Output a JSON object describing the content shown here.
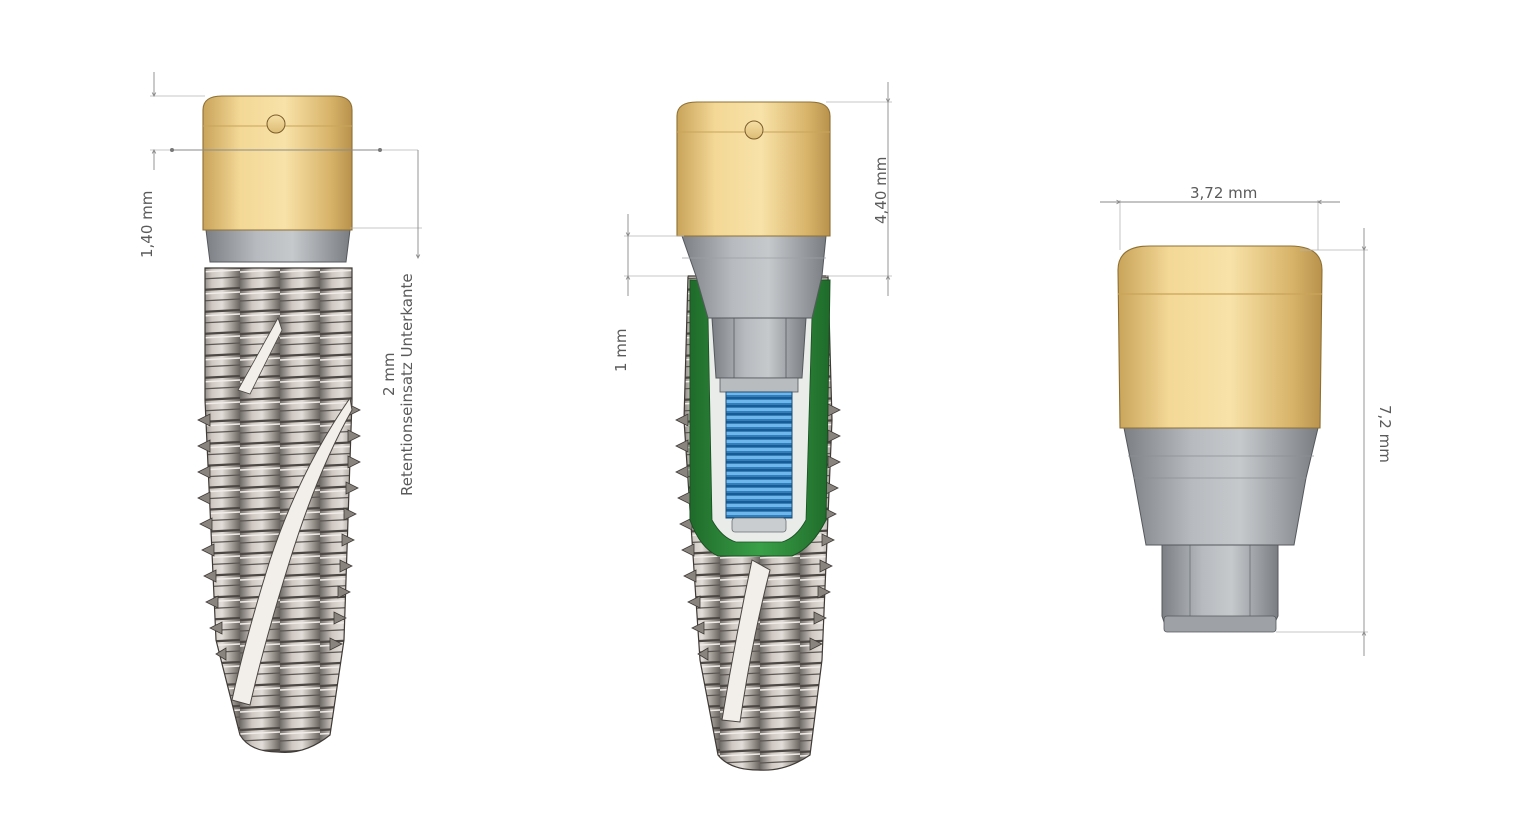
{
  "views": [
    {
      "name": "implant-with-abutment-left",
      "dimensions": {
        "cap_height": "1,40 mm",
        "insert_depth": "2 mm",
        "insert_label": "Retentionseinsatz Unterkante"
      }
    },
    {
      "name": "implant-section-middle",
      "dimensions": {
        "collar": "1 mm",
        "abutment_height": "4,40 mm"
      }
    },
    {
      "name": "abutment-right",
      "dimensions": {
        "width": "3,72 mm",
        "height": "7,2 mm"
      }
    }
  ],
  "colors": {
    "gold": "#e8c77a",
    "titanium_gray": "#9a9ea2",
    "thread_metal": "#b7b0aa",
    "section_green": "#2f8a3a",
    "screw_blue": "#3a8fd0"
  }
}
